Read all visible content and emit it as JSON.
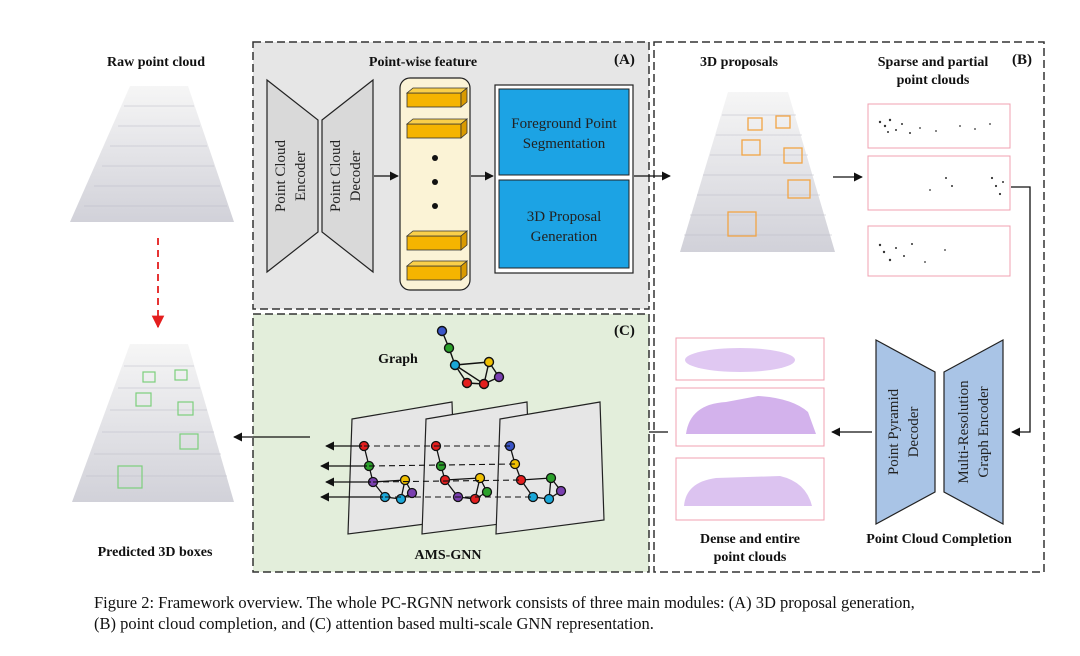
{
  "labels": {
    "raw_point_cloud": "Raw point cloud",
    "predicted_boxes": "Predicted 3D boxes",
    "point_wise_feature": "Point-wise feature",
    "proposals_3d": "3D proposals",
    "sparse_line1": "Sparse and partial",
    "sparse_line2": "point clouds",
    "dense_line1": "Dense and entire",
    "dense_line2": "point clouds",
    "completion": "Point Cloud Completion",
    "graph": "Graph",
    "ams_gnn": "AMS-GNN"
  },
  "tags": {
    "a": "(A)",
    "b": "(B)",
    "c": "(C)"
  },
  "module_a": {
    "encoder_line1": "Point Cloud",
    "encoder_line2": "Encoder",
    "decoder_line1": "Point Cloud",
    "decoder_line2": "Decoder",
    "fg_line1": "Foreground Point",
    "fg_line2": "Segmentation",
    "prop_line1": "3D Proposal",
    "prop_line2": "Generation"
  },
  "module_b": {
    "pyramid_line1": "Point Pyramid",
    "pyramid_line2": "Decoder",
    "graph_enc_line1": "Multi-Resolution",
    "graph_enc_line2": "Graph Encoder"
  },
  "caption": {
    "line1": "Figure 2: Framework overview. The whole PC-RGNN network consists of three main modules: (A) 3D proposal generation,",
    "line2": "(B) point cloud completion, and (C) attention based multi-scale GNN representation."
  },
  "colors": {
    "panel_a": "#e6e6e6",
    "panel_c": "#e3eedb",
    "trapezoid": "#d9d9d9",
    "blue_box": "#1ca3e4",
    "blue_trap": "#a9c4e6",
    "feature_bg": "#fbf3d6",
    "feature_bar": "#f5b400",
    "red_dash": "#e41e1e",
    "node_red": "#e41e1e",
    "node_green": "#2aa02a",
    "node_yellow": "#f0c000",
    "node_cyan": "#1aa7d8",
    "node_purple": "#7a3fb0",
    "node_blue": "#3a55c8",
    "box_orange": "#f2a444",
    "box_green": "#7ccf7c",
    "bev_border": "#f0a0b0"
  }
}
